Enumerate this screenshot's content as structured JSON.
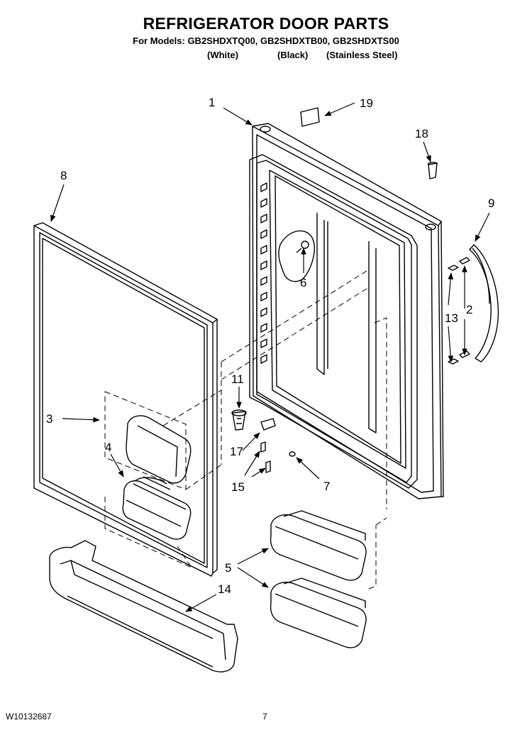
{
  "header": {
    "title": "REFRIGERATOR DOOR PARTS",
    "models": "For Models: GB2SHDXTQ00, GB2SHDXTB00, GB2SHDXTS00",
    "variants": [
      "(White)",
      "(Black)",
      "(Stainless Steel)"
    ]
  },
  "callouts": [
    "1",
    "2",
    "3",
    "4",
    "5",
    "6",
    "7",
    "8",
    "9",
    "11",
    "13",
    "14",
    "15",
    "17",
    "18",
    "19"
  ],
  "footer": {
    "doc_number": "W10132687",
    "page": "7"
  }
}
